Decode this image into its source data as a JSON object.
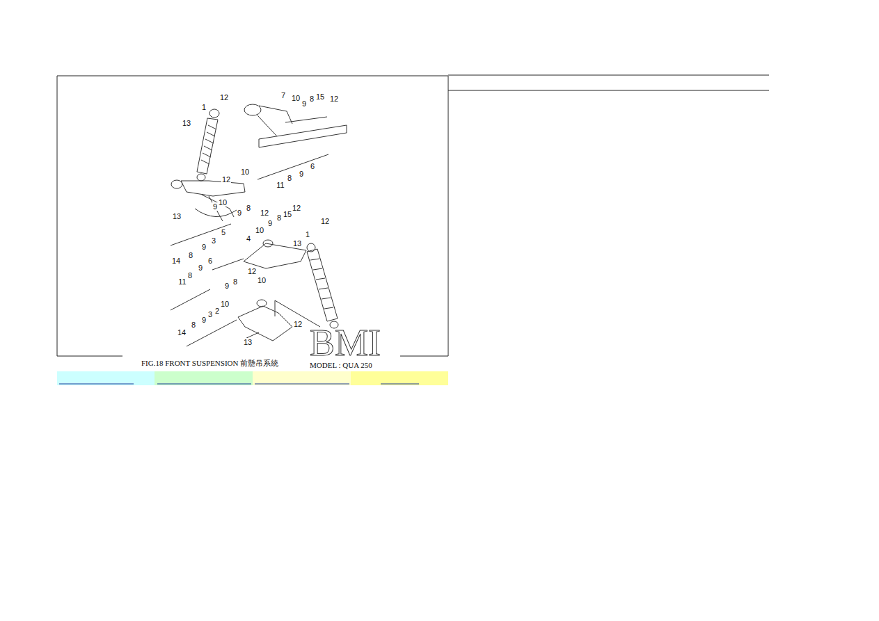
{
  "diagram": {
    "caption": "FIG.18 FRONT SUSPENSION 前懸吊系統",
    "labels": [
      "BMI",
      "MODEL : QUA 250",
      "12",
      "7",
      "10",
      "9",
      "8",
      "15",
      "12",
      "1",
      "13",
      "12",
      "10",
      "6",
      "9",
      "8",
      "11",
      "13",
      "10",
      "9",
      "12",
      "8",
      "9",
      "12",
      "15",
      "8",
      "9",
      "10",
      "5",
      "3",
      "9",
      "8",
      "14",
      "1",
      "12",
      "13",
      "4",
      "6",
      "9",
      "8",
      "11",
      "12",
      "10",
      "9",
      "8",
      "10",
      "2",
      "3",
      "9",
      "8",
      "14",
      "12",
      "13"
    ]
  }
}
